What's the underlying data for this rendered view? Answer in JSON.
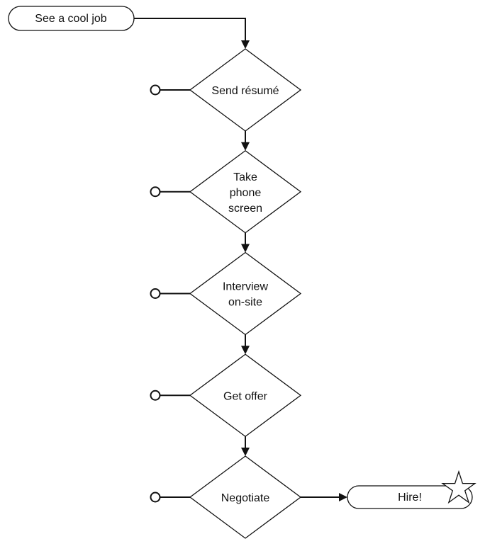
{
  "start": {
    "label": "See a cool job"
  },
  "steps": [
    {
      "lines": [
        "Send résumé"
      ]
    },
    {
      "lines": [
        "Take",
        "phone",
        "screen"
      ]
    },
    {
      "lines": [
        "Interview",
        "on-site"
      ]
    },
    {
      "lines": [
        "Get offer"
      ]
    },
    {
      "lines": [
        "Negotiate"
      ]
    }
  ],
  "end": {
    "label": "Hire!",
    "icon": "star-icon"
  },
  "colors": {
    "stroke": "#111111",
    "fill": "#ffffff"
  }
}
